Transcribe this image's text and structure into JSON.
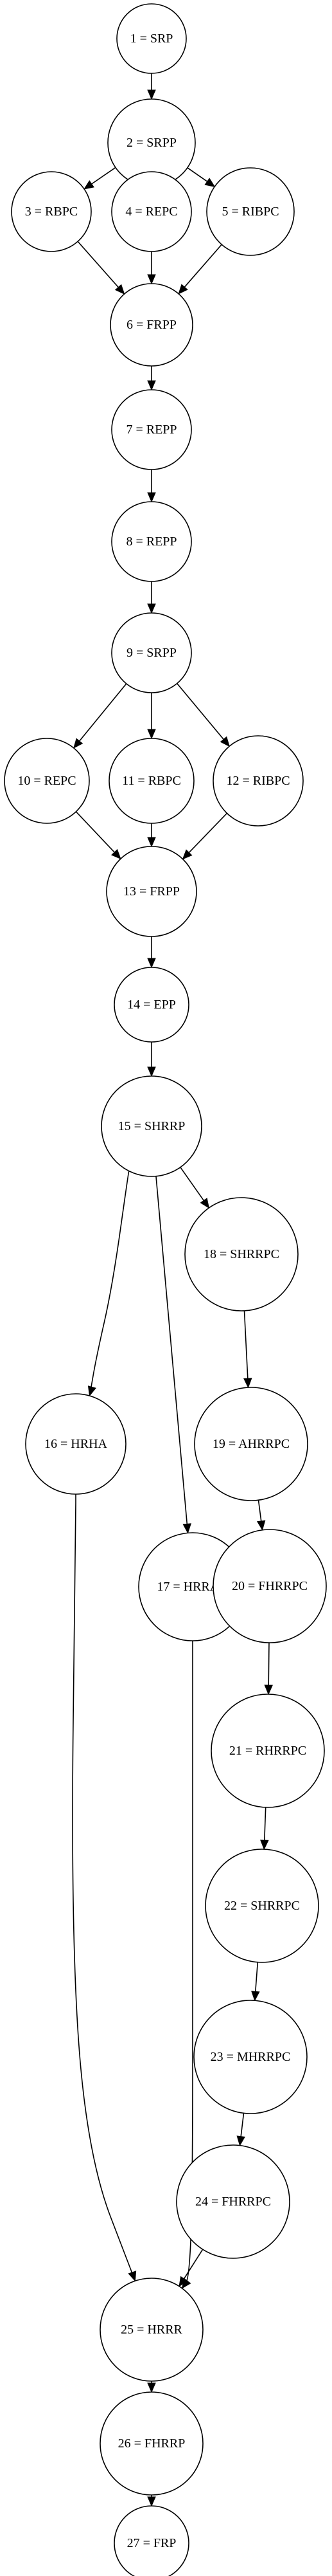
{
  "diagram": {
    "nodes": [
      {
        "id": "1",
        "label": "1 = SRP"
      },
      {
        "id": "2",
        "label": "2 = SRPP"
      },
      {
        "id": "3",
        "label": "3 = RBPC"
      },
      {
        "id": "4",
        "label": "4 = REPC"
      },
      {
        "id": "5",
        "label": "5 = RIBPC"
      },
      {
        "id": "6",
        "label": "6 = FRPP"
      },
      {
        "id": "7",
        "label": "7 = REPP"
      },
      {
        "id": "8",
        "label": "8 = REPP"
      },
      {
        "id": "9",
        "label": "9 = SRPP"
      },
      {
        "id": "10",
        "label": "10 = REPC"
      },
      {
        "id": "11",
        "label": "11 = RBPC"
      },
      {
        "id": "12",
        "label": "12 = RIBPC"
      },
      {
        "id": "13",
        "label": "13 = FRPP"
      },
      {
        "id": "14",
        "label": "14 = EPP"
      },
      {
        "id": "15",
        "label": "15 = SHRRP"
      },
      {
        "id": "16",
        "label": "16 = HRHA"
      },
      {
        "id": "17",
        "label": "17 = HRRAN"
      },
      {
        "id": "18",
        "label": "18 = SHRRPC"
      },
      {
        "id": "19",
        "label": "19 = AHRRPC"
      },
      {
        "id": "20",
        "label": "20 = FHRRPC"
      },
      {
        "id": "21",
        "label": "21 = RHRRPC"
      },
      {
        "id": "22",
        "label": "22 = SHRRPC"
      },
      {
        "id": "23",
        "label": "23 = MHRRPC"
      },
      {
        "id": "24",
        "label": "24 = FHRRPC"
      },
      {
        "id": "25",
        "label": "25 = HRRR"
      },
      {
        "id": "26",
        "label": "26 = FHRRP"
      },
      {
        "id": "27",
        "label": "27 = FRP"
      }
    ],
    "edges": [
      {
        "from": "1",
        "to": "2"
      },
      {
        "from": "2",
        "to": "3"
      },
      {
        "from": "2",
        "to": "4"
      },
      {
        "from": "2",
        "to": "5"
      },
      {
        "from": "3",
        "to": "6"
      },
      {
        "from": "4",
        "to": "6"
      },
      {
        "from": "5",
        "to": "6"
      },
      {
        "from": "6",
        "to": "7"
      },
      {
        "from": "7",
        "to": "8"
      },
      {
        "from": "8",
        "to": "9"
      },
      {
        "from": "9",
        "to": "10"
      },
      {
        "from": "9",
        "to": "11"
      },
      {
        "from": "9",
        "to": "12"
      },
      {
        "from": "10",
        "to": "13"
      },
      {
        "from": "11",
        "to": "13"
      },
      {
        "from": "12",
        "to": "13"
      },
      {
        "from": "13",
        "to": "14"
      },
      {
        "from": "14",
        "to": "15"
      },
      {
        "from": "15",
        "to": "16"
      },
      {
        "from": "15",
        "to": "17"
      },
      {
        "from": "15",
        "to": "18"
      },
      {
        "from": "18",
        "to": "19"
      },
      {
        "from": "19",
        "to": "20"
      },
      {
        "from": "20",
        "to": "21"
      },
      {
        "from": "21",
        "to": "22"
      },
      {
        "from": "22",
        "to": "23"
      },
      {
        "from": "23",
        "to": "24"
      },
      {
        "from": "16",
        "to": "25"
      },
      {
        "from": "17",
        "to": "25"
      },
      {
        "from": "24",
        "to": "25"
      },
      {
        "from": "25",
        "to": "26"
      },
      {
        "from": "26",
        "to": "27"
      }
    ]
  }
}
